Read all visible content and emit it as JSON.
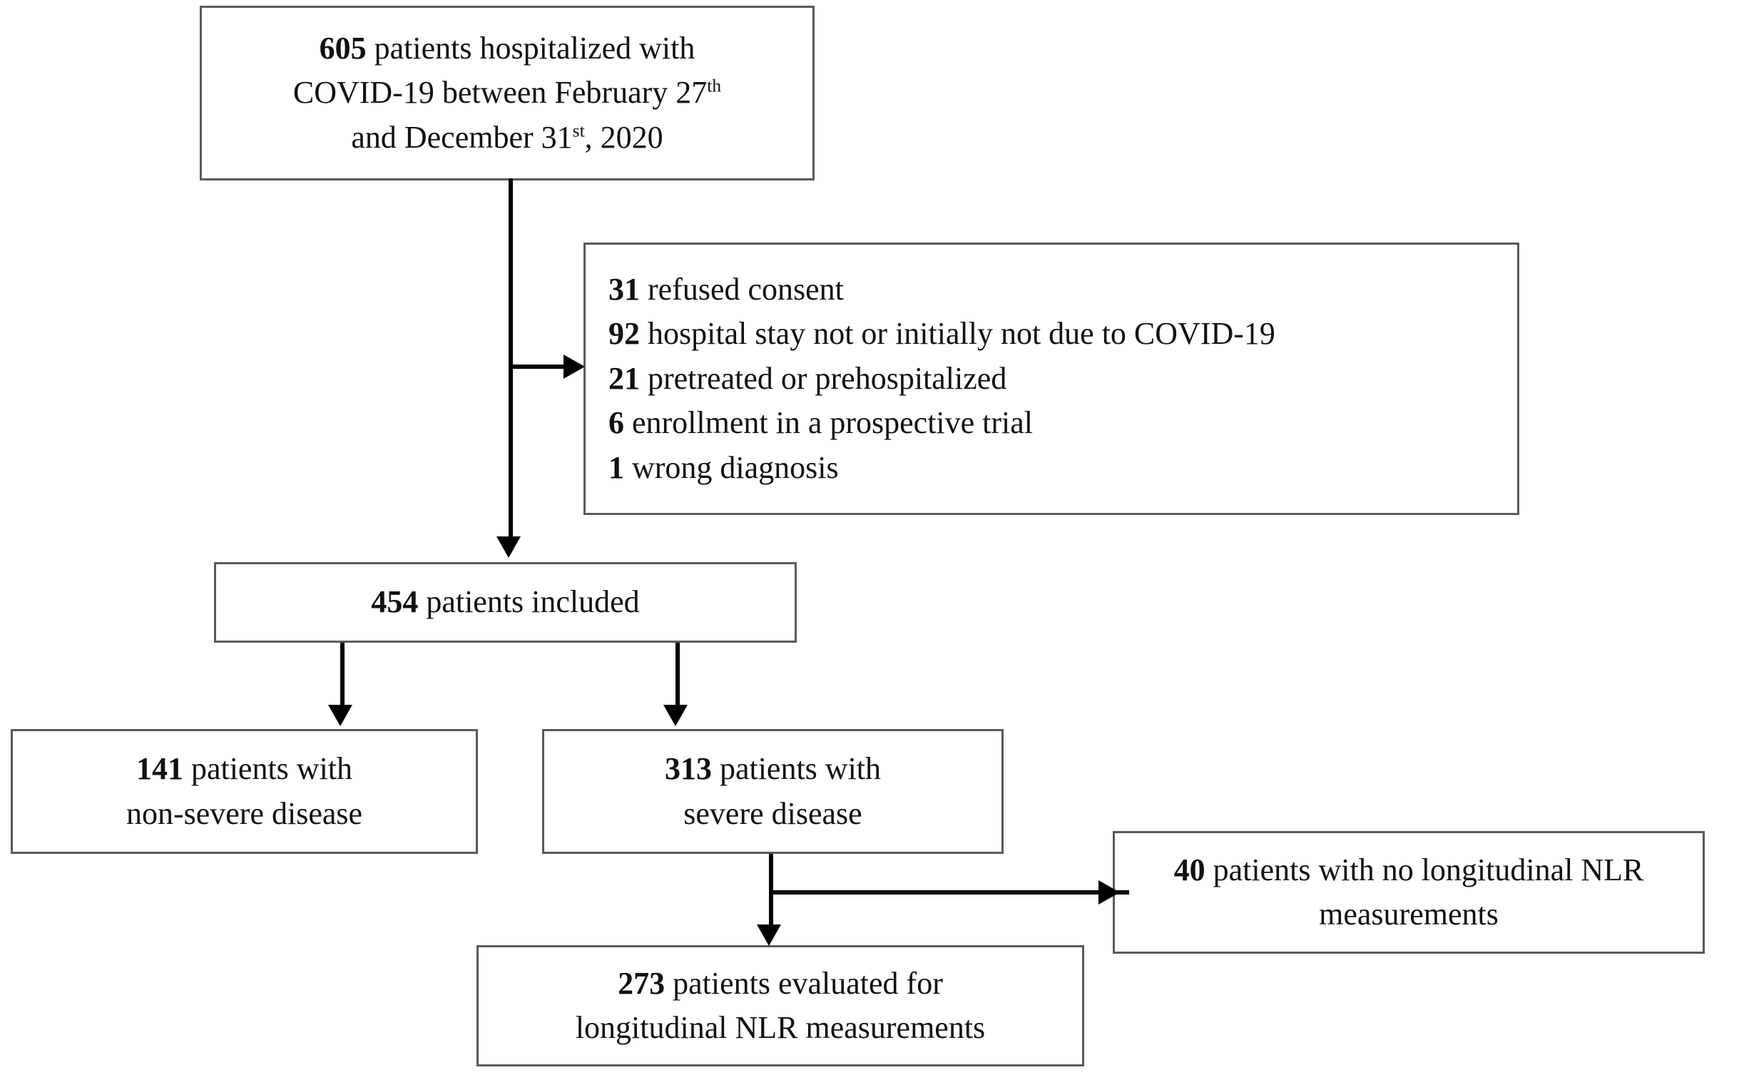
{
  "diagram": {
    "type": "flowchart",
    "title": "Patient enrollment flow diagram",
    "border_color": "#5a5a5a",
    "connector_color": "#000000",
    "background": "#ffffff",
    "nodes": {
      "enrolled": {
        "name": "enrolled-patients-box",
        "count": "605",
        "line1_count": "605",
        "line1_rest": " patients hospitalized with",
        "line2_pre": "COVID-19 between February 27",
        "line2_sup": "th",
        "line3_pre": "and December 31",
        "line3_sup": "st",
        "line3_post": ", 2020"
      },
      "excluded": {
        "name": "excluded-patients-box",
        "reasons": [
          {
            "count": "31",
            "label": " refused consent"
          },
          {
            "count": "92",
            "label": " hospital stay not or initially not due to COVID-19"
          },
          {
            "count": "21",
            "label": " pretreated or prehospitalized"
          },
          {
            "count": "6",
            "label": " enrollment in a prospective trial"
          },
          {
            "count": "1",
            "label": " wrong diagnosis"
          }
        ]
      },
      "included": {
        "name": "included-patients-box",
        "count": "454",
        "rest": " patients included"
      },
      "nonsevere": {
        "name": "non-severe-disease-box",
        "count": "141",
        "line1_rest": " patients with",
        "line2": "non-severe disease"
      },
      "severe": {
        "name": "severe-disease-box",
        "count": "313",
        "line1_rest": " patients with",
        "line2": "severe disease"
      },
      "no_nlr": {
        "name": "no-longitudinal-nlr-box",
        "count": "40",
        "line1_rest": " patients with no longitudinal NLR",
        "line2": "measurements"
      },
      "evaluated": {
        "name": "evaluated-for-nlr-box",
        "count": "273",
        "line1_rest": " patients evaluated for",
        "line2": "longitudinal NLR measurements"
      }
    },
    "connectors": [
      {
        "from": "enrolled",
        "to": "included",
        "kind": "arrow-down"
      },
      {
        "from": "enrolled",
        "to": "excluded",
        "kind": "arrow-right"
      },
      {
        "from": "included",
        "to": "nonsevere",
        "kind": "arrow-down"
      },
      {
        "from": "included",
        "to": "severe",
        "kind": "arrow-down"
      },
      {
        "from": "severe",
        "to": "evaluated",
        "kind": "arrow-down"
      },
      {
        "from": "severe",
        "to": "no_nlr",
        "kind": "arrow-right"
      }
    ]
  }
}
